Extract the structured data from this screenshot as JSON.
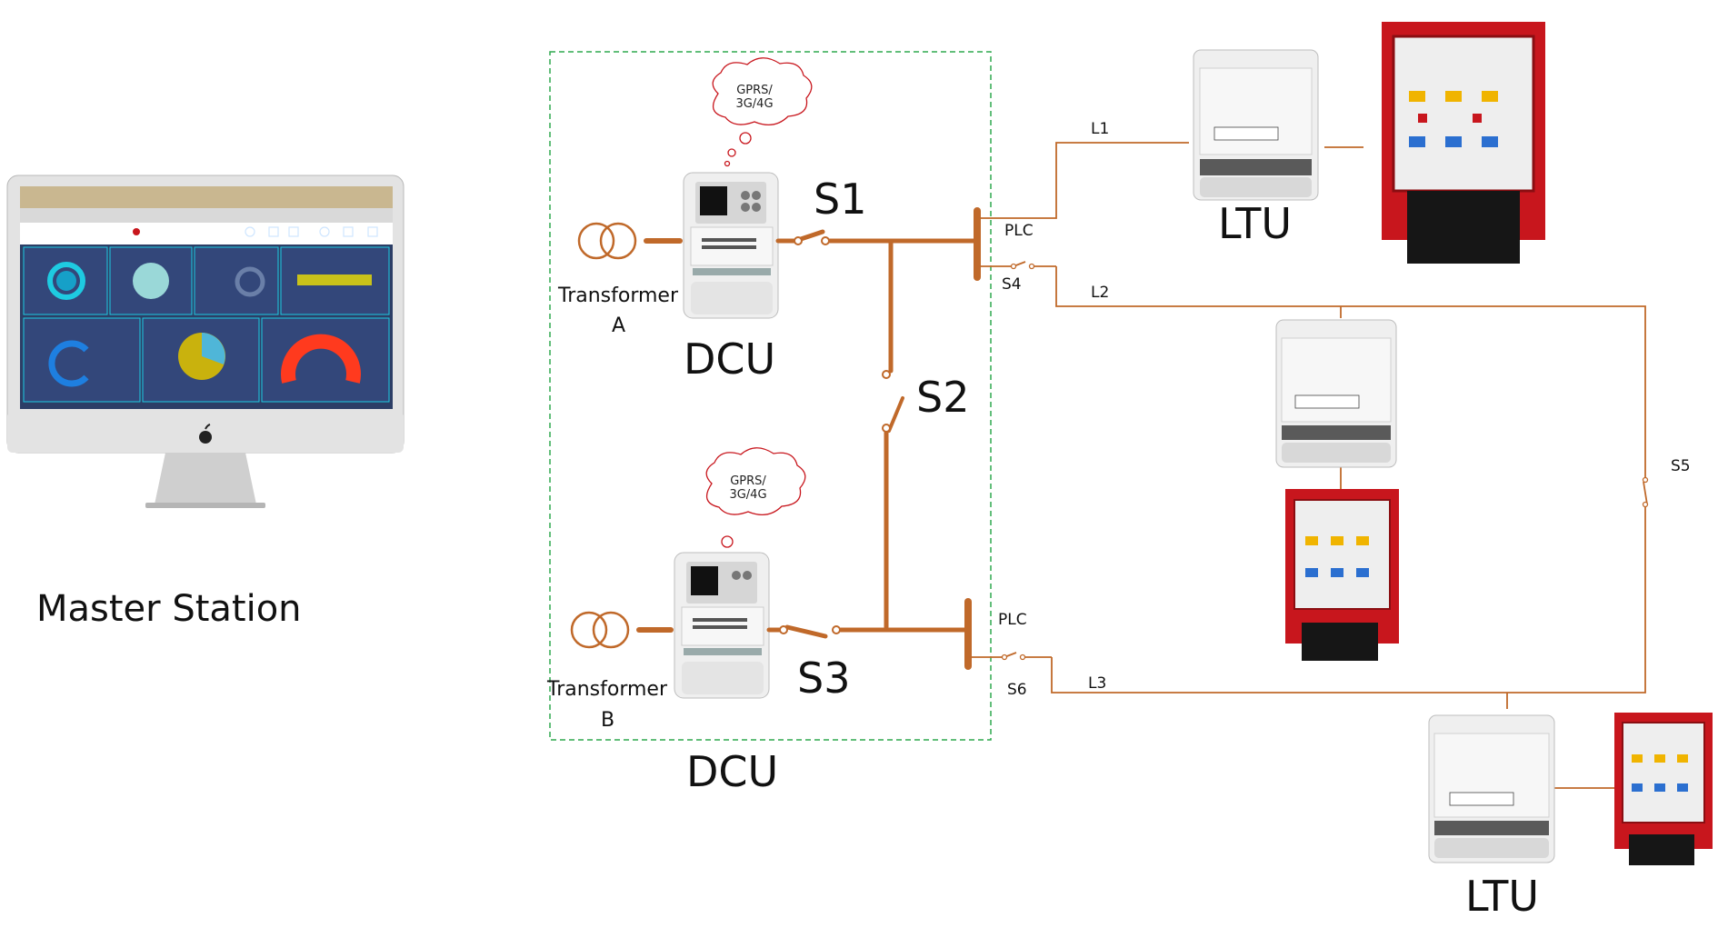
{
  "master_station": {
    "label": "Master Station"
  },
  "dcu_box": {
    "label": "DCU"
  },
  "dcu_a": {
    "label": "DCU",
    "cloud_line1": "GPRS/",
    "cloud_line2": "3G/4G"
  },
  "dcu_b": {
    "cloud_line1": "GPRS/",
    "cloud_line2": "3G/4G"
  },
  "transformer_a": {
    "line1": "Transformer",
    "line2": "A"
  },
  "transformer_b": {
    "line1": "Transformer",
    "line2": "B"
  },
  "switches": {
    "s1": "S1",
    "s2": "S2",
    "s3": "S3",
    "s4": "S4",
    "s5": "S5",
    "s6": "S6"
  },
  "lines": {
    "l1": "L1",
    "l2": "L2",
    "l3": "L3"
  },
  "plc_top": "PLC",
  "plc_bottom": "PLC",
  "ltu_top": {
    "label": "LTU"
  },
  "ltu_bottom": {
    "label": "LTU"
  },
  "colors": {
    "bus": "#c0692a",
    "dcu_border": "#2ea84f",
    "cabinet": "#c8161d",
    "screen_bg": "#2c3e66",
    "cyan": "#1ecbe1"
  }
}
